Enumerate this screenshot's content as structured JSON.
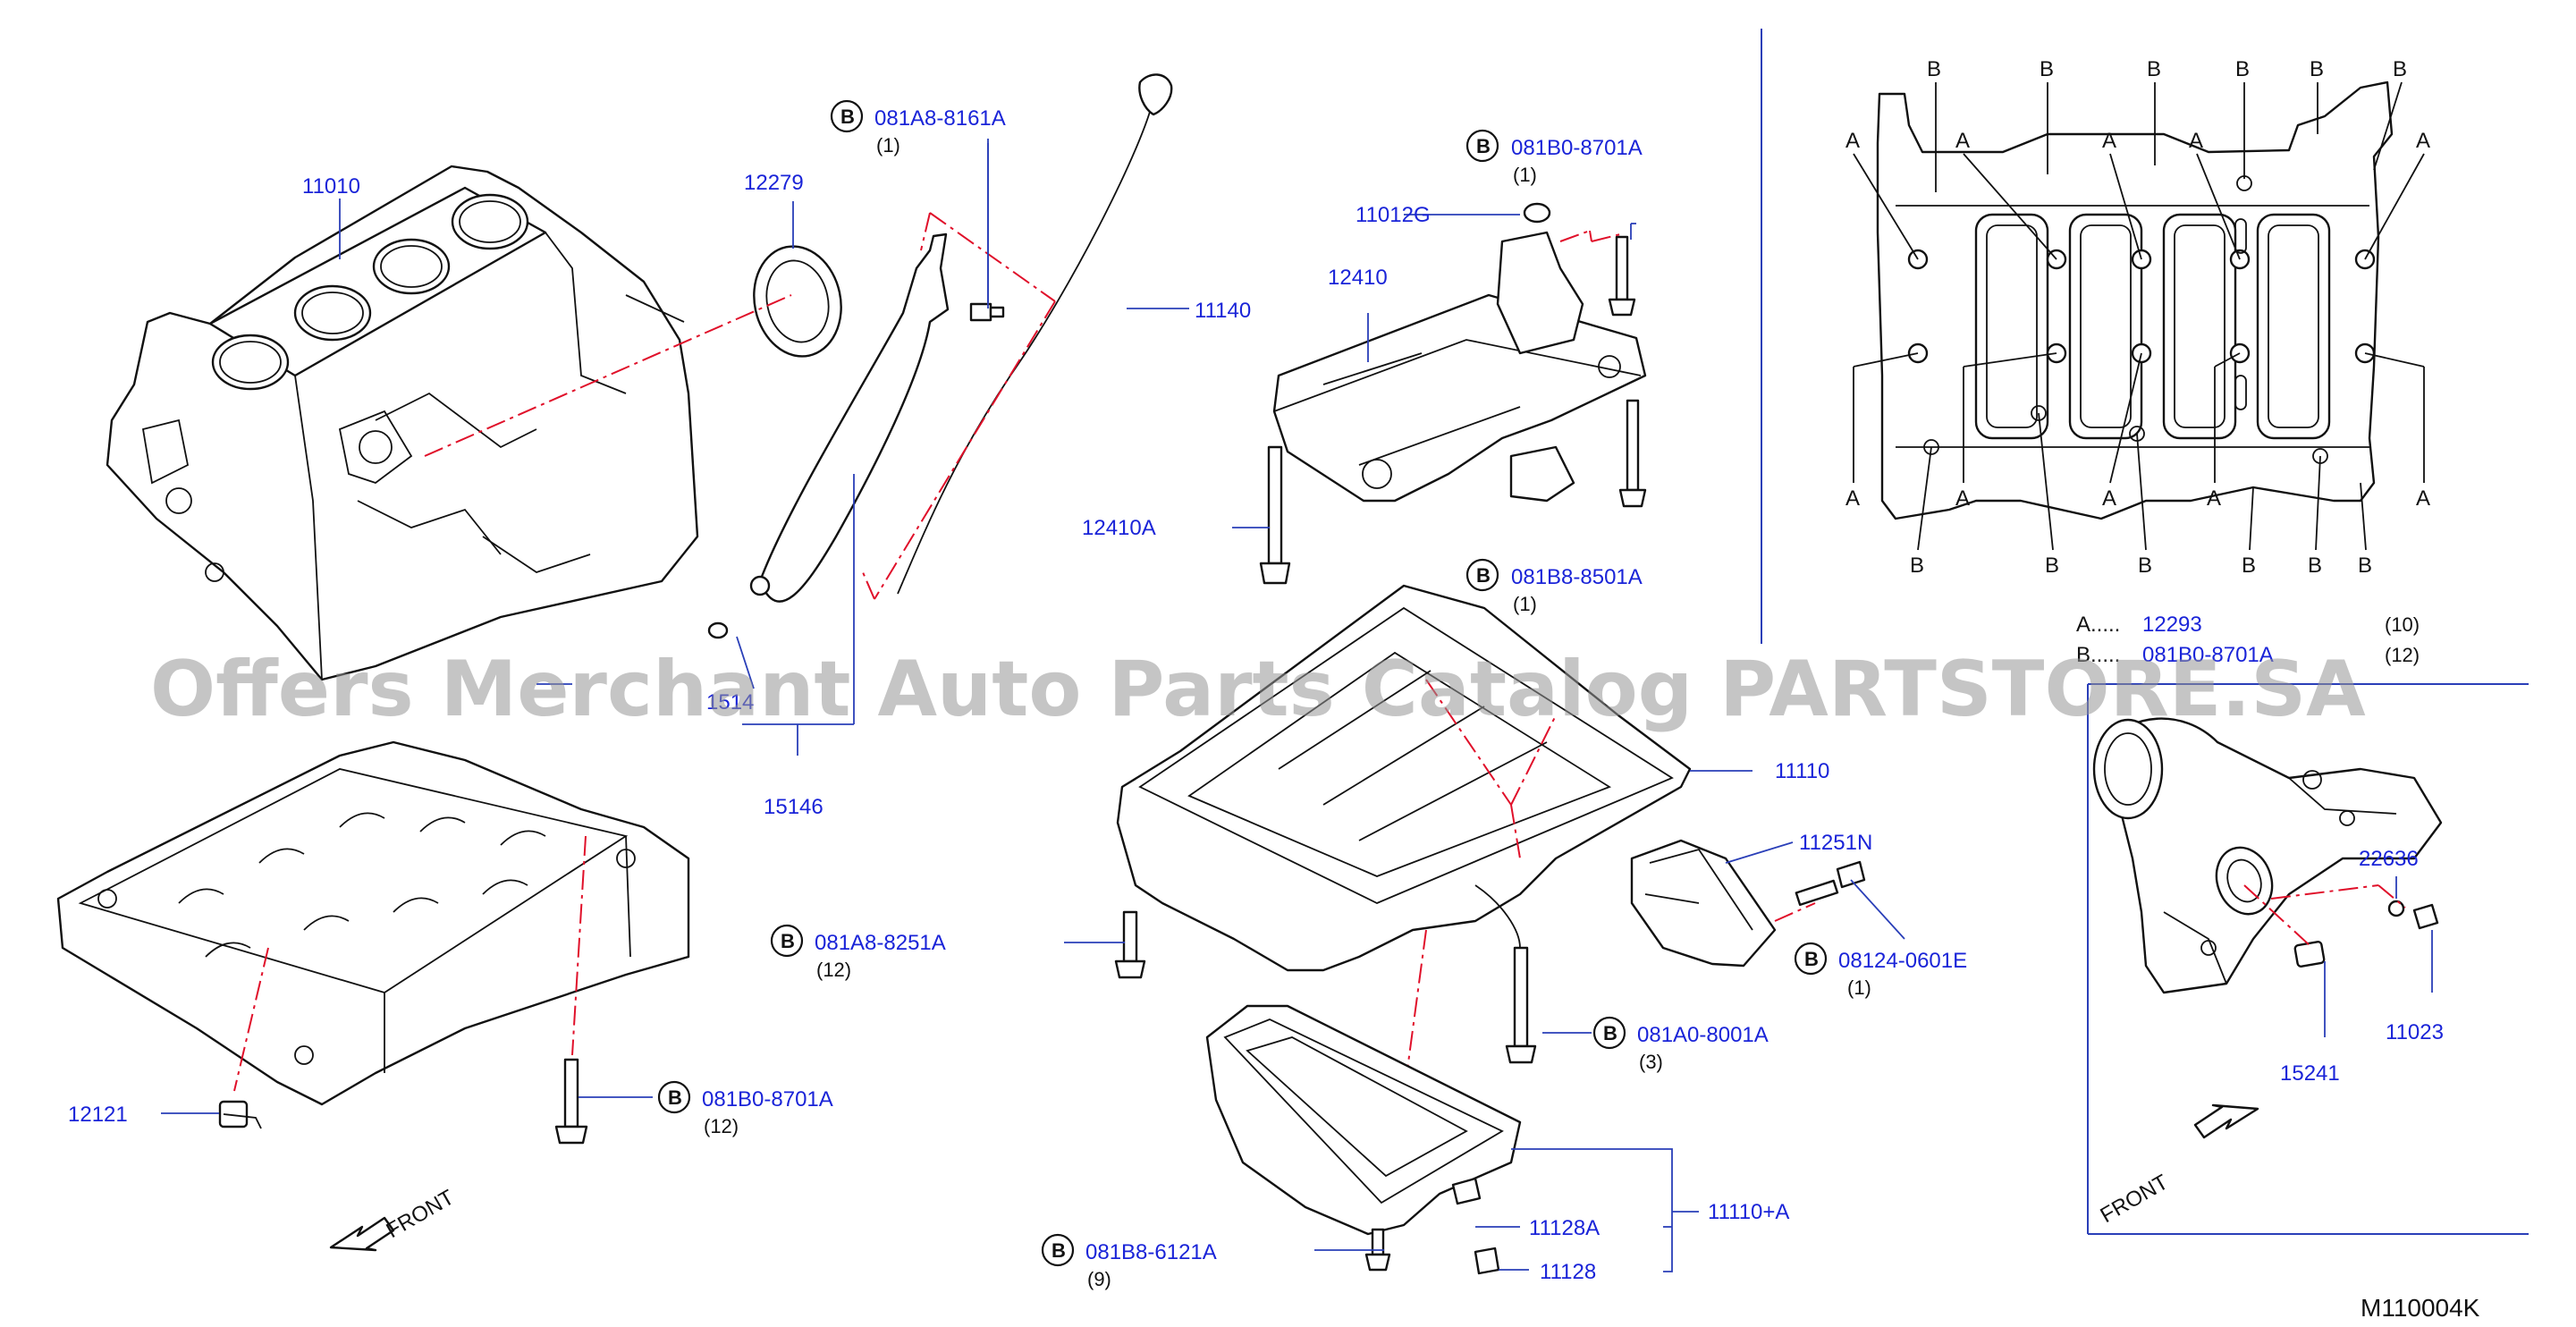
{
  "diagram_code": "M110004K",
  "watermark": "Offers Merchant Auto Parts Catalog PARTSTORE.SA",
  "front_label": "FRONT",
  "bolt_marker_letter": "B",
  "parts": {
    "p11010": "11010",
    "p12279": "12279",
    "p11140": "11140",
    "p11012G": "11012G",
    "p12410": "12410",
    "p12410A": "12410A",
    "p15146": "15146",
    "p1514": "1514",
    "p11110": "11110",
    "p11251N": "11251N",
    "p12121": "12121",
    "p11128A": "11128A",
    "p11128": "11128",
    "p11110A": "11110+A",
    "p22636": "22636",
    "p11023": "11023",
    "p15241": "15241",
    "p12293": "12293"
  },
  "bolts": [
    {
      "part": "081A8-8161A",
      "qty": "(1)"
    },
    {
      "part": "081B0-8701A",
      "qty": "(1)"
    },
    {
      "part": "081B8-8501A",
      "qty": "(1)"
    },
    {
      "part": "081A8-8251A",
      "qty": "(12)"
    },
    {
      "part": "081B0-8701A",
      "qty": "(12)"
    },
    {
      "part": "08124-0601E",
      "qty": "(1)"
    },
    {
      "part": "081A0-8001A",
      "qty": "(3)"
    },
    {
      "part": "081B8-6121A",
      "qty": "(9)"
    }
  ],
  "legend": [
    {
      "key": "A.....",
      "part": "12293",
      "qty": "(10)"
    },
    {
      "key": "B.....",
      "part": "081B0-8701A",
      "qty": "(12)"
    }
  ],
  "block_labels": {
    "a": "A",
    "b": "B"
  }
}
